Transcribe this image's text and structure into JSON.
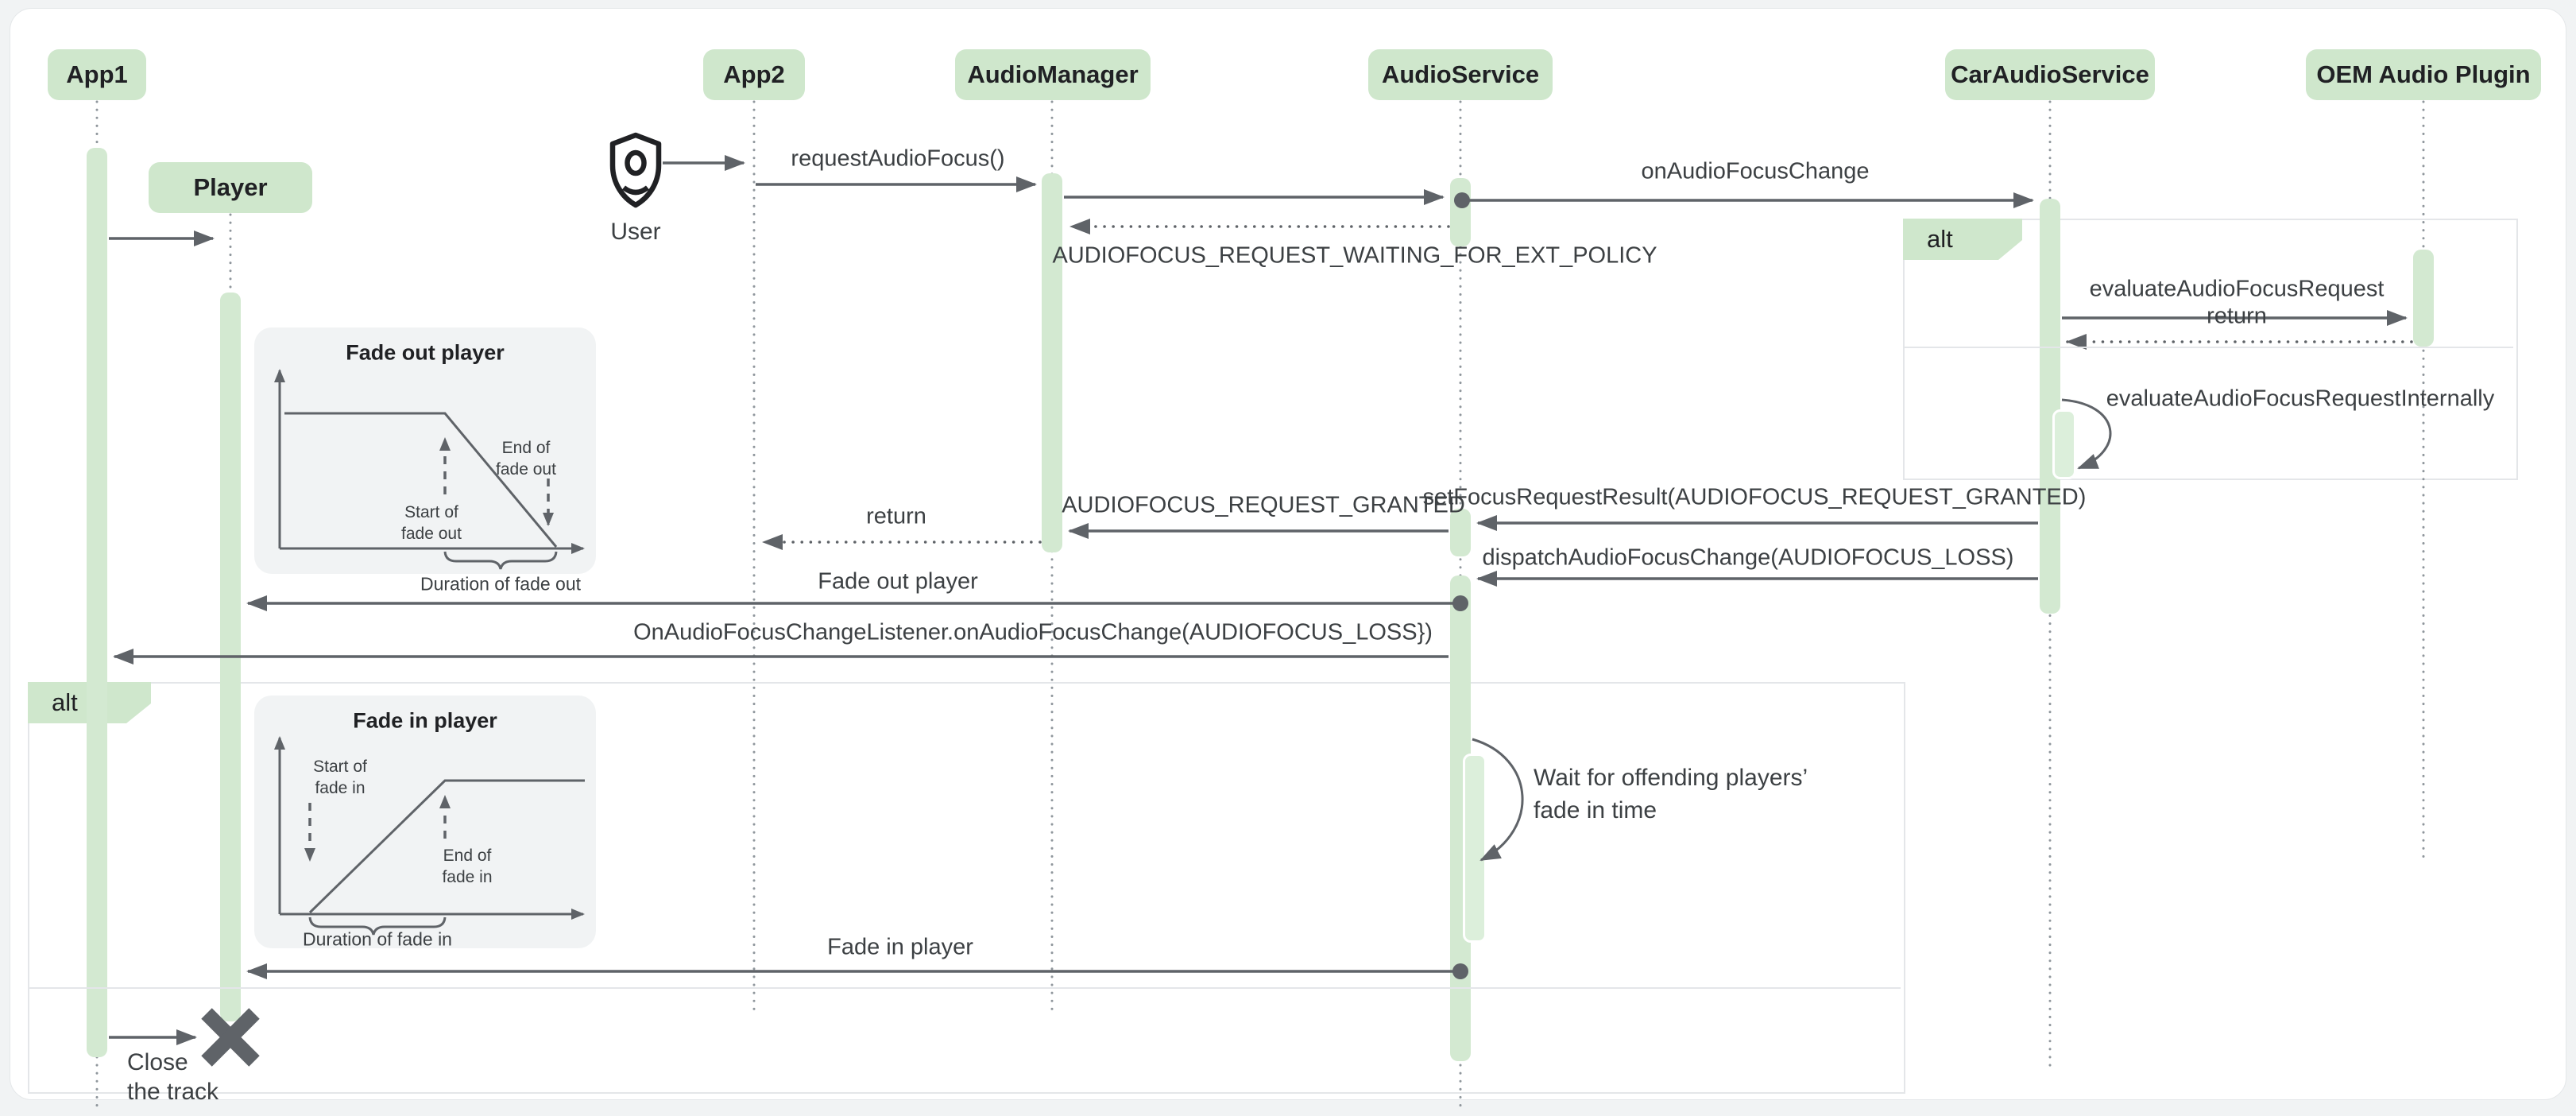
{
  "diagram": {
    "participants": [
      {
        "label": "App1"
      },
      {
        "label": "App2"
      },
      {
        "label": "AudioManager"
      },
      {
        "label": "AudioService"
      },
      {
        "label": "CarAudioService"
      },
      {
        "label": "OEM Audio Plugin"
      }
    ],
    "objects": {
      "player": "Player"
    },
    "actor": {
      "label": "User"
    },
    "fragments": {
      "alt1": "alt",
      "alt2": "alt"
    },
    "messages": {
      "request_audio_focus": "requestAudioFocus()",
      "on_audio_focus_change": "onAudioFocusChange",
      "waiting_ext_policy": "AUDIOFOCUS_REQUEST_WAITING_FOR_EXT_POLICY",
      "evaluate_request": "evaluateAudioFocusRequest",
      "evaluate_return": "return",
      "evaluate_internally": "evaluateAudioFocusRequestInternally",
      "set_focus_result": "setFocusRequestResult(AUDIOFOCUS_REQUEST_GRANTED)",
      "request_granted": "AUDIOFOCUS_REQUEST_GRANTED",
      "manager_return": "return",
      "dispatch_loss": "dispatchAudioFocusChange(AUDIOFOCUS_LOSS)",
      "fade_out_player": "Fade out player",
      "listener_on_change": "OnAudioFocusChangeListener.onAudioFocusChange(AUDIOFOCUS_LOSS})",
      "fade_in_player": "Fade in player"
    },
    "notes": {
      "wait_l1": "Wait for offending players’",
      "wait_l2": "fade in time",
      "close_l1": "Close",
      "close_l2": "the track"
    },
    "insets": {
      "fade_out": {
        "title": "Fade out player",
        "start_l1": "Start of",
        "start_l2": "fade out",
        "end_l1": "End of",
        "end_l2": "fade out",
        "duration": "Duration of fade out"
      },
      "fade_in": {
        "title": "Fade in player",
        "start_l1": "Start of",
        "start_l2": "fade in",
        "end_l1": "End of",
        "end_l2": "fade in",
        "duration": "Duration of fade in"
      }
    },
    "colors": {
      "participant_fill": "#cfe7cc",
      "activation_fill": "#d3e9d1",
      "inset_bg": "#f1f3f4",
      "arrow": "#5f6368",
      "text": "#3c4043"
    }
  }
}
